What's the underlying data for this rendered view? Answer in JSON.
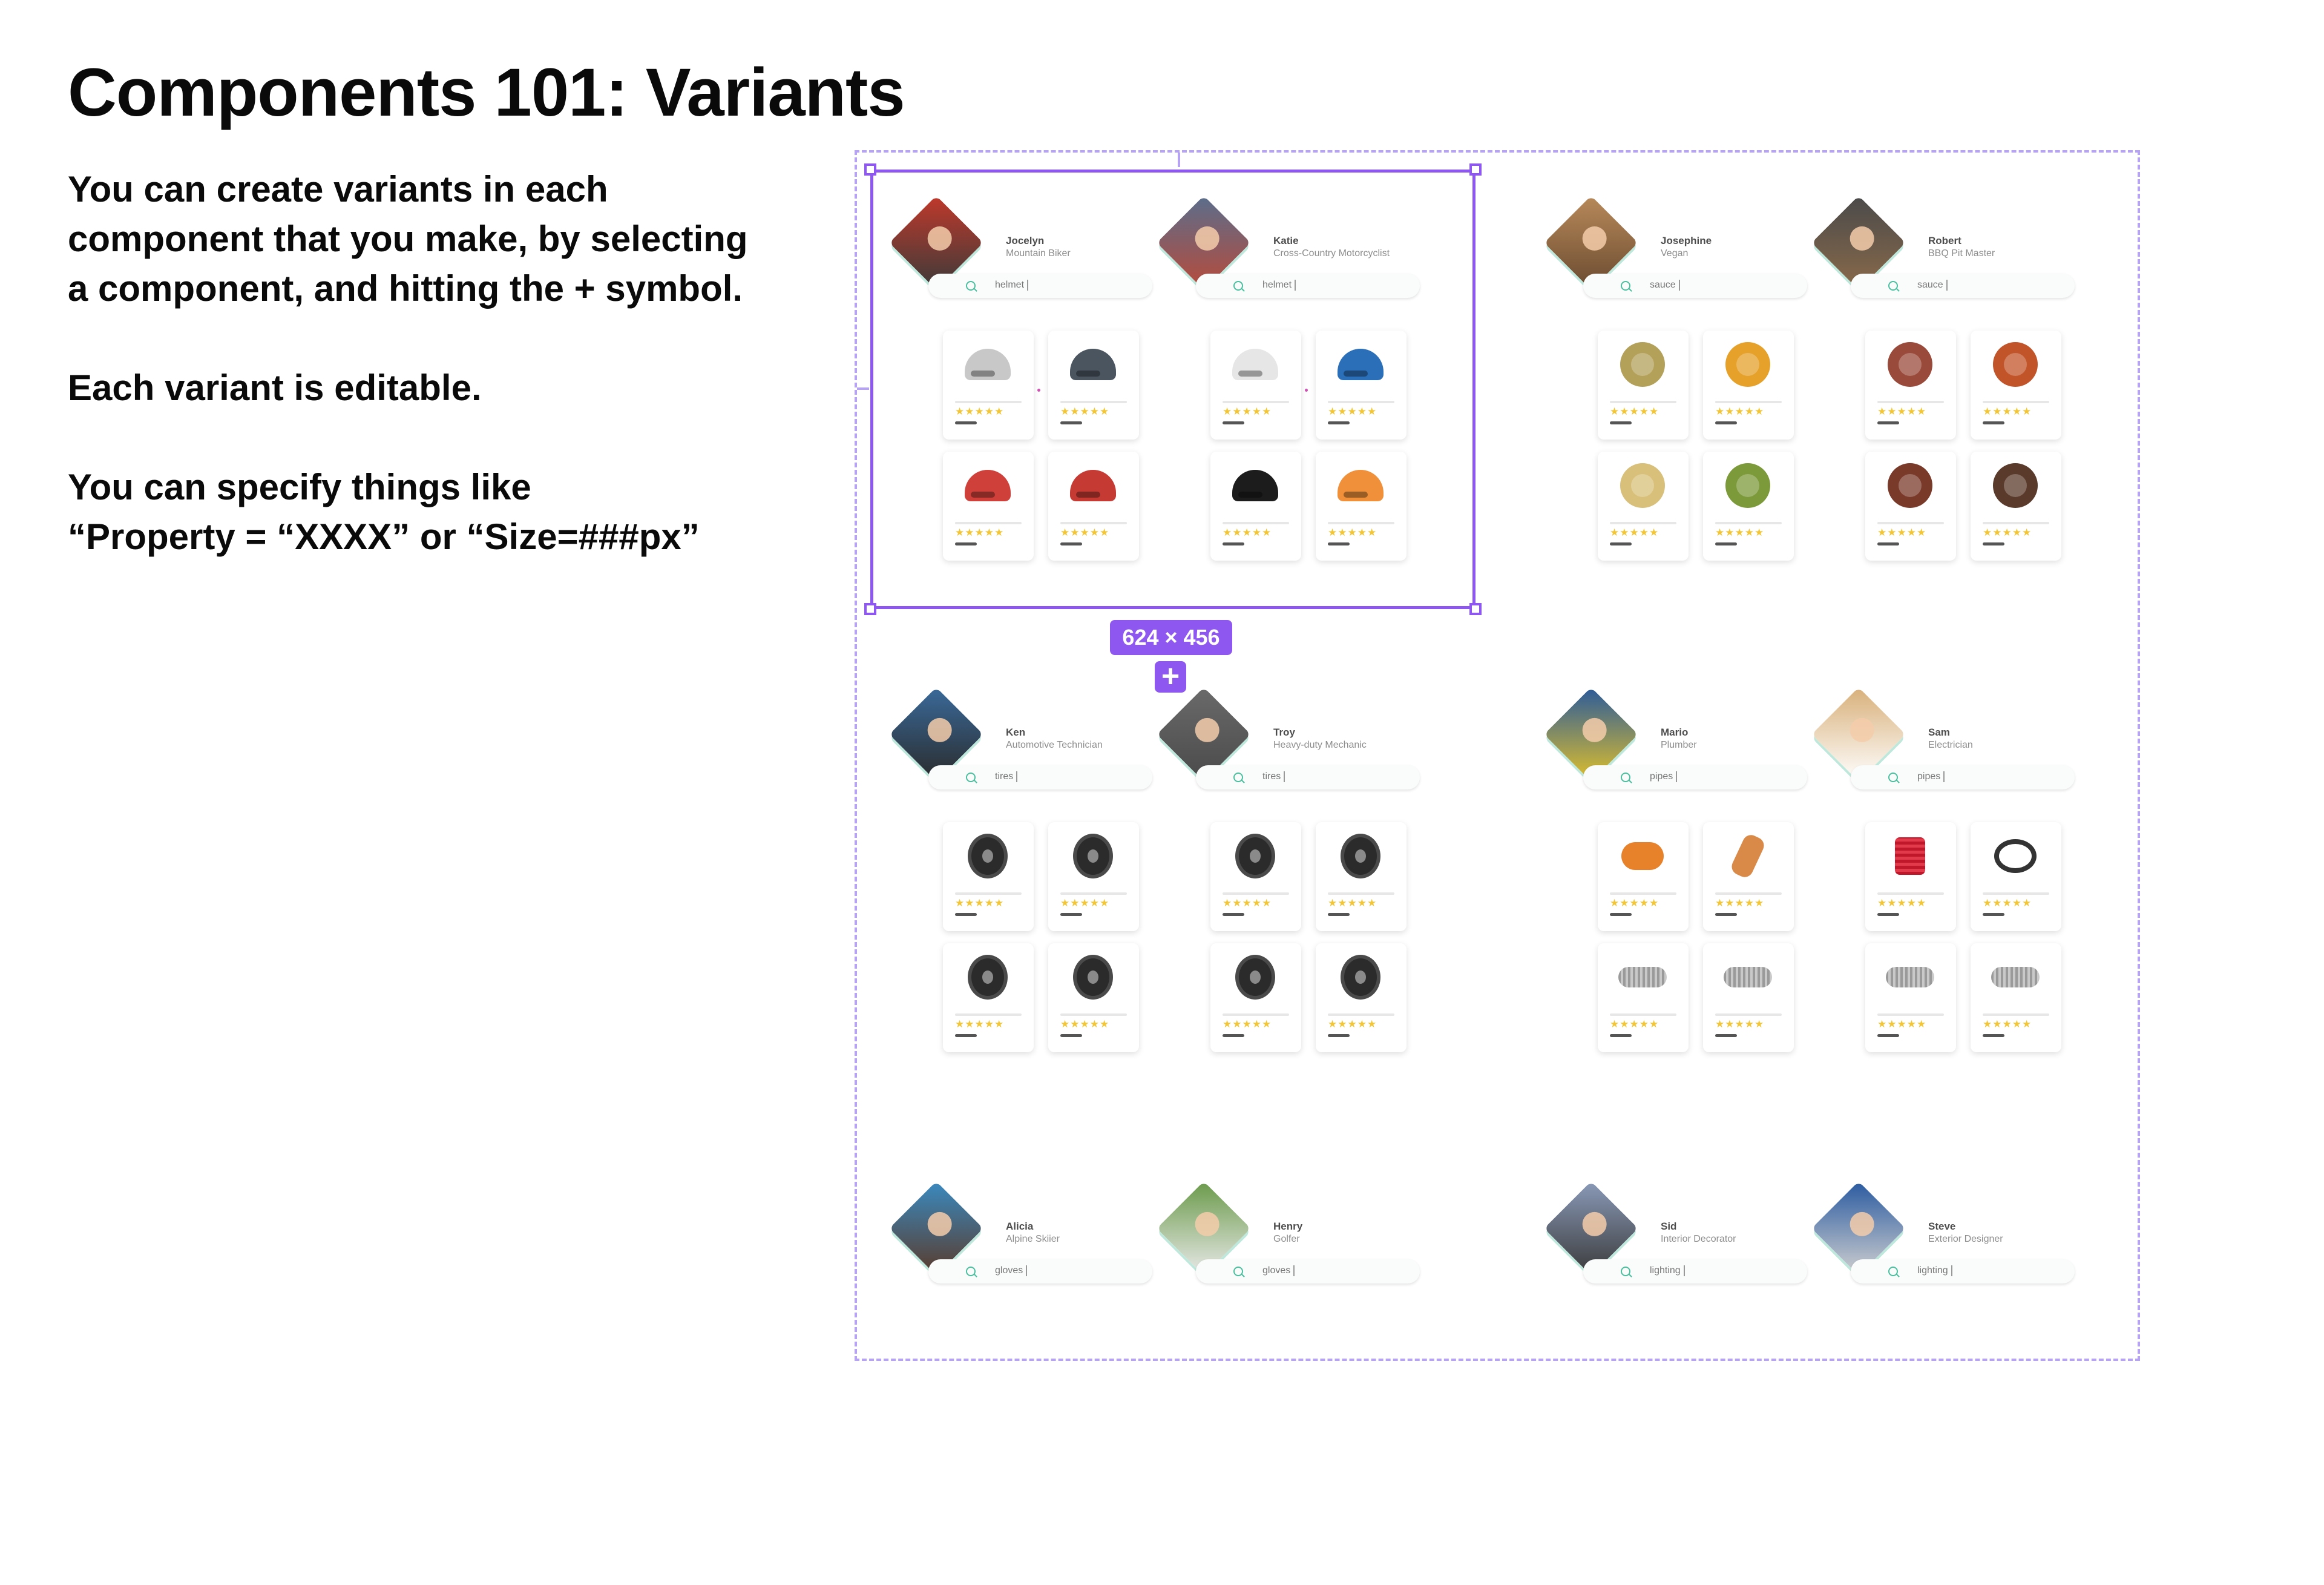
{
  "title": "Components 101: Variants",
  "description": {
    "p1_lines": [
      "You can create variants in each",
      "component that you make, by selecting",
      "a component, and hitting the + symbol."
    ],
    "p2": "Each variant is editable.",
    "p3_lines": [
      "You can specify things like",
      "“Property = “XXXX” or “Size=###px”"
    ]
  },
  "selection": {
    "size_label": "624 × 456",
    "add_label": "+"
  },
  "rating_stars": "★★★★★",
  "colors": {
    "accent": "#8d57f0",
    "set_border": "#b6a4f2",
    "search_icon": "#4bbf9e",
    "star": "#f2c636"
  },
  "cards": [
    {
      "name": "Jocelyn",
      "role": "Mountain Biker",
      "query": "helmet",
      "avatar": [
        "#c0392b",
        "#3a3a3a"
      ],
      "products": [
        [
          "helmet",
          "#c8c8c8"
        ],
        [
          "helmet",
          "#4a5560"
        ],
        [
          "helmet",
          "#d0403a"
        ],
        [
          "helmet",
          "#c63a34"
        ]
      ]
    },
    {
      "name": "Katie",
      "role": "Cross-Country Motorcyclist",
      "query": "helmet",
      "avatar": [
        "#5a6e8c",
        "#b84a3a"
      ],
      "products": [
        [
          "helmet",
          "#e6e6e6"
        ],
        [
          "helmet",
          "#2a6fb8"
        ],
        [
          "helmet",
          "#1c1c1c"
        ],
        [
          "helmet",
          "#f0903a"
        ]
      ]
    },
    {
      "name": "Josephine",
      "role": "Vegan",
      "query": "sauce",
      "avatar": [
        "#b88a5a",
        "#6a4a30"
      ],
      "products": [
        [
          "food",
          "#b3a15a"
        ],
        [
          "food",
          "#e6a12a"
        ],
        [
          "food",
          "#d8c07a"
        ],
        [
          "food",
          "#7c9a3a"
        ]
      ]
    },
    {
      "name": "Robert",
      "role": "BBQ Pit Master",
      "query": "sauce",
      "avatar": [
        "#4a4a4a",
        "#8a6a4a"
      ],
      "products": [
        [
          "food",
          "#9a4a3a"
        ],
        [
          "food",
          "#c2542a"
        ],
        [
          "food",
          "#7a3a2a"
        ],
        [
          "food",
          "#5a3a2a"
        ]
      ]
    },
    {
      "name": "Ken",
      "role": "Automotive Technician",
      "query": "tires",
      "avatar": [
        "#3a6a9a",
        "#2a2a2a"
      ],
      "products": [
        [
          "tire",
          ""
        ],
        [
          "tire",
          ""
        ],
        [
          "tire",
          ""
        ],
        [
          "tire",
          ""
        ]
      ]
    },
    {
      "name": "Troy",
      "role": "Heavy-duty Mechanic",
      "query": "tires",
      "avatar": [
        "#6a6a6a",
        "#4a4a4a"
      ],
      "products": [
        [
          "tire",
          ""
        ],
        [
          "tire",
          ""
        ],
        [
          "tire",
          ""
        ],
        [
          "tire",
          ""
        ]
      ]
    },
    {
      "name": "Mario",
      "role": "Plumber",
      "query": "pipes",
      "avatar": [
        "#2a5a9a",
        "#e0c02a"
      ],
      "products": [
        [
          "bulb",
          ""
        ],
        [
          "fitting",
          ""
        ],
        [
          "pipe",
          ""
        ],
        [
          "pipe",
          ""
        ]
      ]
    },
    {
      "name": "Sam",
      "role": "Electrician",
      "query": "pipes",
      "avatar": [
        "#d8b07a",
        "#ffffff"
      ],
      "products": [
        [
          "spool",
          ""
        ],
        [
          "coil",
          ""
        ],
        [
          "pipe",
          ""
        ],
        [
          "pipe",
          ""
        ]
      ]
    },
    {
      "name": "Alicia",
      "role": "Alpine Skiier",
      "query": "gloves",
      "avatar": [
        "#3a8ac0",
        "#5a3a2a"
      ],
      "products": []
    },
    {
      "name": "Henry",
      "role": "Golfer",
      "query": "gloves",
      "avatar": [
        "#6a9a4a",
        "#eaeaea"
      ],
      "products": []
    },
    {
      "name": "Sid",
      "role": "Interior Decorator",
      "query": "lighting",
      "avatar": [
        "#8a9ab8",
        "#3a3a3a"
      ],
      "products": []
    },
    {
      "name": "Steve",
      "role": "Exterior Designer",
      "query": "lighting",
      "avatar": [
        "#2a5aa0",
        "#d0d0d0"
      ],
      "products": []
    }
  ]
}
